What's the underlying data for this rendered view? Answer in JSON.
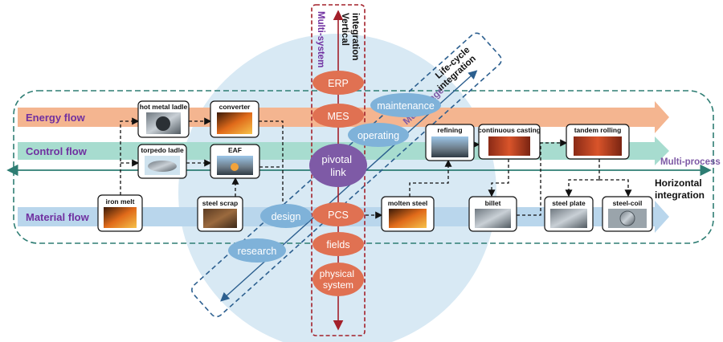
{
  "flows": {
    "energy": "Energy flow",
    "control": "Control flow",
    "material": "Material flow"
  },
  "axes": {
    "vertical": [
      "Vertical",
      "integration"
    ],
    "multi_system": "Multi-system",
    "lifecycle": [
      "Life-cycle",
      "integration"
    ],
    "multi_stage": "Multi-stage",
    "multi_process": "Multi-process",
    "horizontal": [
      "Horizontal",
      "integration"
    ]
  },
  "layers": {
    "erp": "ERP",
    "mes": "MES",
    "pivotal": [
      "pivotal",
      "link"
    ],
    "pcs": "PCS",
    "fields": "fields",
    "physical": [
      "physical",
      "system"
    ]
  },
  "lifecycle_stages": {
    "maintenance": "maintenance",
    "operating": "operating",
    "design": "design",
    "research": "research"
  },
  "process_nodes": {
    "hot_metal_ladle": "hot metal ladle",
    "converter": "converter",
    "torpedo_ladle": "torpedo ladle",
    "eaf": "EAF",
    "iron_melt": "iron melt",
    "steel_scrap": "steel scrap",
    "refining": "refining",
    "continuous_casting": "continuous casting",
    "tandem_rolling": "tandem rolling",
    "molten_steel": "molten steel",
    "billet": "billet",
    "steel_plate": "steel plate",
    "steel_coil": "steel-coil"
  },
  "colors": {
    "energy_band": "#f4b590",
    "control_band": "#a7dccf",
    "material_band": "#b9d6ec",
    "circle": "#d8e9f4",
    "node_orange": "#e07152",
    "node_purple": "#7e5aa6",
    "node_blue": "#7fb2d9",
    "purple_text": "#7030a0",
    "teal": "#2e7d73",
    "dark_red": "#a3202a",
    "dark_blue": "#2c5f8f"
  }
}
